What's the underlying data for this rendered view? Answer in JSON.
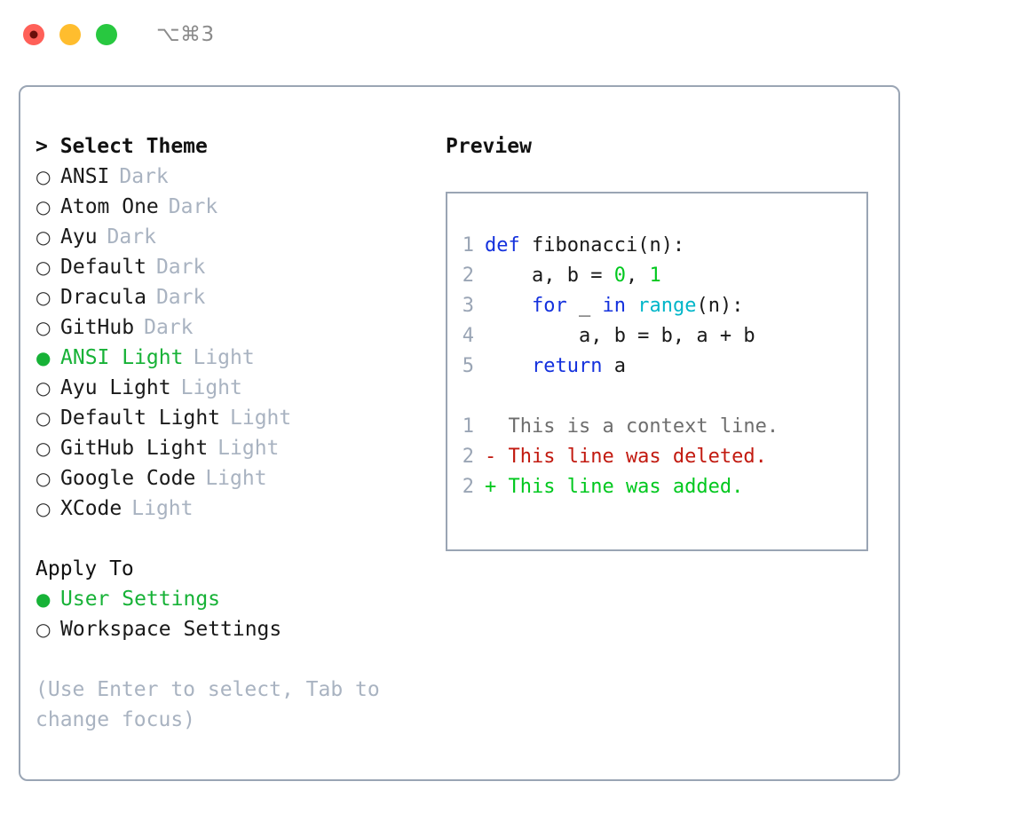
{
  "titlebar": {
    "shortcut": "⌥⌘3",
    "buttons": [
      {
        "name": "close",
        "color": "#ff6058"
      },
      {
        "name": "minimize",
        "color": "#ffbd2e"
      },
      {
        "name": "maximize",
        "color": "#28c840"
      }
    ]
  },
  "left": {
    "header": "> Select Theme",
    "themes": [
      {
        "marker": "○",
        "name": "ANSI",
        "tag": "Dark",
        "selected": false
      },
      {
        "marker": "○",
        "name": "Atom One",
        "tag": "Dark",
        "selected": false
      },
      {
        "marker": "○",
        "name": "Ayu",
        "tag": "Dark",
        "selected": false
      },
      {
        "marker": "○",
        "name": "Default",
        "tag": "Dark",
        "selected": false
      },
      {
        "marker": "○",
        "name": "Dracula",
        "tag": "Dark",
        "selected": false
      },
      {
        "marker": "○",
        "name": "GitHub",
        "tag": "Dark",
        "selected": false
      },
      {
        "marker": "●",
        "name": "ANSI Light",
        "tag": "Light",
        "selected": true
      },
      {
        "marker": "○",
        "name": "Ayu Light",
        "tag": "Light",
        "selected": false
      },
      {
        "marker": "○",
        "name": "Default Light",
        "tag": "Light",
        "selected": false
      },
      {
        "marker": "○",
        "name": "GitHub Light",
        "tag": "Light",
        "selected": false
      },
      {
        "marker": "○",
        "name": "Google Code",
        "tag": "Light",
        "selected": false
      },
      {
        "marker": "○",
        "name": "XCode",
        "tag": "Light",
        "selected": false
      }
    ],
    "apply_to_header": "Apply To",
    "apply_to": [
      {
        "marker": "●",
        "name": "User Settings",
        "selected": true
      },
      {
        "marker": "○",
        "name": "Workspace Settings",
        "selected": false
      }
    ],
    "hint": "(Use Enter to select, Tab to change focus)"
  },
  "right": {
    "preview_title": "Preview",
    "code_lines": [
      {
        "number": "1",
        "tokens": [
          {
            "text": "def",
            "type": "kw"
          },
          {
            "text": " fibonacci(n):",
            "type": "plain"
          }
        ]
      },
      {
        "number": "2",
        "tokens": [
          {
            "text": "    a, b = ",
            "type": "plain"
          },
          {
            "text": "0",
            "type": "num"
          },
          {
            "text": ", ",
            "type": "plain"
          },
          {
            "text": "1",
            "type": "num"
          }
        ]
      },
      {
        "number": "3",
        "tokens": [
          {
            "text": "    ",
            "type": "plain"
          },
          {
            "text": "for",
            "type": "kw"
          },
          {
            "text": " _ ",
            "type": "plain"
          },
          {
            "text": "in",
            "type": "kw"
          },
          {
            "text": " ",
            "type": "plain"
          },
          {
            "text": "range",
            "type": "fn"
          },
          {
            "text": "(n):",
            "type": "plain"
          }
        ]
      },
      {
        "number": "4",
        "tokens": [
          {
            "text": "        a, b = b, a + b",
            "type": "plain"
          }
        ]
      },
      {
        "number": "5",
        "tokens": [
          {
            "text": "    ",
            "type": "plain"
          },
          {
            "text": "return",
            "type": "kw"
          },
          {
            "text": " a",
            "type": "plain"
          }
        ]
      }
    ],
    "diff_lines": [
      {
        "number": "1",
        "text": "  This is a context line.",
        "kind": "ctx"
      },
      {
        "number": "2",
        "text": "- This line was deleted.",
        "kind": "del"
      },
      {
        "number": "2",
        "text": "+ This line was added.",
        "kind": "add"
      }
    ]
  },
  "colors": {
    "accent_green": "#17b237",
    "border": "#9aa5b4",
    "muted": "#a9b3c1",
    "keyword": "#1431dd",
    "function": "#00b6c9",
    "number": "#00c81e",
    "diff_delete": "#c21a10",
    "diff_add": "#00c81e",
    "line_number": "#9aa5b5"
  }
}
